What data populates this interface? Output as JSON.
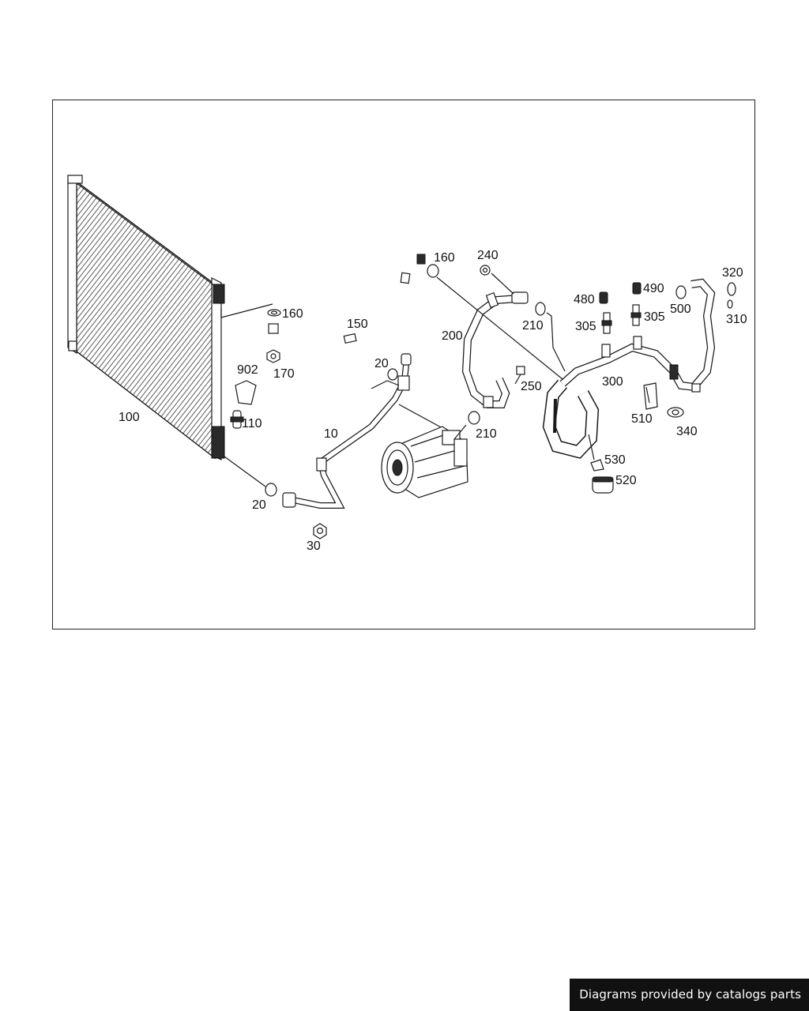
{
  "diagram": {
    "labels": {
      "l100": "100",
      "l160a": "160",
      "l160b": "160",
      "l150": "150",
      "l170": "170",
      "l902": "902",
      "l110": "110",
      "l20a": "20",
      "l20b": "20",
      "l10": "10",
      "l30": "30",
      "l240": "240",
      "l200": "200",
      "l210a": "210",
      "l210b": "210",
      "l250": "250",
      "l480": "480",
      "l490": "490",
      "l305a": "305",
      "l305b": "305",
      "l300": "300",
      "l500": "500",
      "l320": "320",
      "l310": "310",
      "l510": "510",
      "l340": "340",
      "l530": "530",
      "l520": "520"
    }
  },
  "footer": {
    "credit": "Diagrams provided by catalogs parts"
  }
}
